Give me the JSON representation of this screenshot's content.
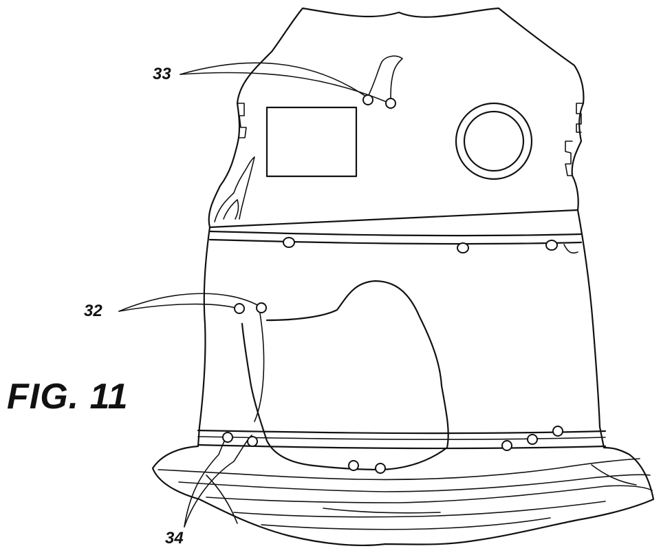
{
  "figure": {
    "title": "FIG. 11"
  },
  "reference_numerals": {
    "upper": "33",
    "middle": "32",
    "lower": "34"
  },
  "colors": {
    "ink": "#111111",
    "paper": "#ffffff"
  }
}
